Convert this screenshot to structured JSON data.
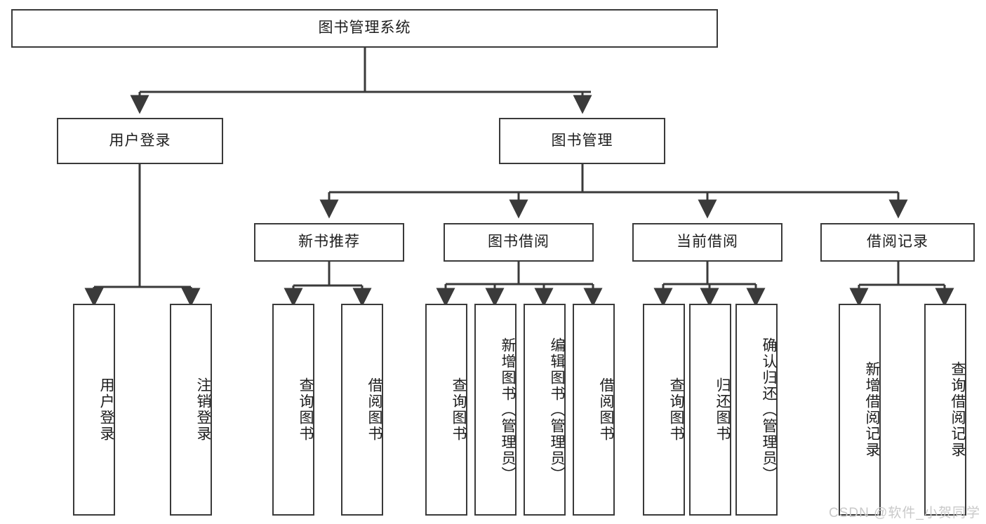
{
  "diagram": {
    "title": "图书管理系统",
    "watermark": "CSDN @软件_小贺同学",
    "colors": {
      "stroke": "#3a3a3a",
      "background": "#ffffff",
      "text": "#1d1d1d",
      "watermark": "#c9c9c9"
    },
    "root": {
      "label": "图书管理系统"
    },
    "level2": [
      {
        "label": "用户登录"
      },
      {
        "label": "图书管理"
      }
    ],
    "level3": [
      {
        "label": "新书推荐"
      },
      {
        "label": "图书借阅"
      },
      {
        "label": "当前借阅"
      },
      {
        "label": "借阅记录"
      }
    ],
    "leaves": {
      "user_login": [
        {
          "label": "用户登录"
        },
        {
          "label": "注销登录"
        }
      ],
      "new_book": [
        {
          "label": "查询图书"
        },
        {
          "label": "借阅图书"
        }
      ],
      "book_borrow": [
        {
          "label": "查询图书"
        },
        {
          "label": "新增图书（管理员）"
        },
        {
          "label": "编辑图书（管理员）"
        },
        {
          "label": "借阅图书"
        }
      ],
      "current_borrow": [
        {
          "label": "查询图书"
        },
        {
          "label": "归还图书"
        },
        {
          "label": "确认归还（管理员）"
        }
      ],
      "borrow_record": [
        {
          "label": "新增借阅记录"
        },
        {
          "label": "查询借阅记录"
        }
      ]
    }
  }
}
